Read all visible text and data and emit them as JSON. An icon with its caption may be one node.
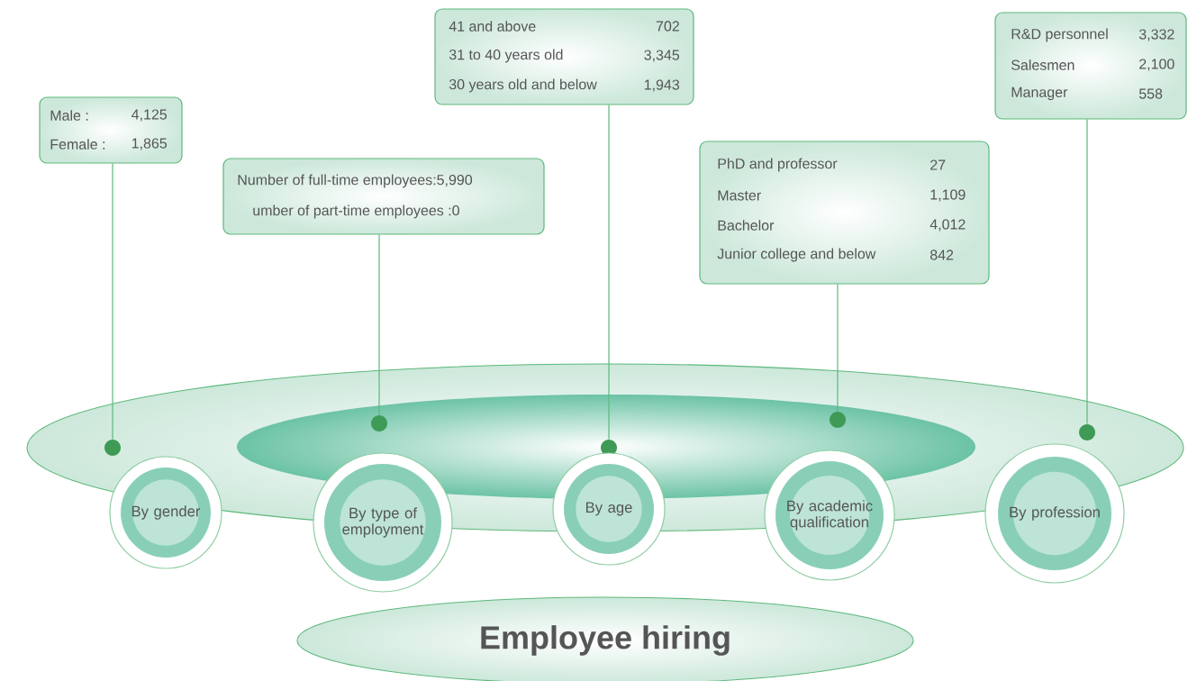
{
  "diagram": {
    "nodes": [
      {
        "text": [
          "Male :",
          "4,125",
          "Female :",
          "1,865"
        ]
      },
      {
        "text": [
          "Number of full-time employees:5,990",
          "umber of part-time employees :0"
        ]
      },
      {
        "text": [
          "41 and above",
          "702",
          "31 to 40 years old",
          "3,345",
          "30 years old and below",
          "1,943"
        ]
      },
      {
        "text": [
          "PhD and professor",
          "27",
          "Master",
          "1,109",
          "Bachelor",
          "4,012",
          "Junior college and below",
          "842"
        ]
      },
      {
        "text": [
          "R&D personnel",
          "3,332",
          "Salesmen",
          "2,100",
          "Manager",
          "558"
        ]
      },
      {
        "text": [],
        "shape": "circle"
      },
      {
        "text": [],
        "shape": "circle"
      },
      {
        "text": [],
        "shape": "circle"
      },
      {
        "text": [],
        "shape": "circle"
      },
      {
        "text": [],
        "shape": "circle"
      },
      {
        "text": [
          "By gender"
        ]
      },
      {
        "text": [
          "By type of employment"
        ]
      },
      {
        "text": [
          "By age"
        ]
      },
      {
        "text": [
          "By academic qualification"
        ]
      },
      {
        "text": [
          "By profession"
        ]
      },
      {
        "text": [
          "Employee hiring"
        ]
      }
    ],
    "edges": [
      {
        "from": 0,
        "to": 5,
        "arrow": "none"
      },
      {
        "from": 1,
        "to": 6,
        "arrow": "none"
      },
      {
        "from": 2,
        "to": 7,
        "arrow": "none"
      },
      {
        "from": 3,
        "to": 8,
        "arrow": "none"
      },
      {
        "from": 4,
        "to": 9,
        "arrow": "none"
      }
    ]
  }
}
